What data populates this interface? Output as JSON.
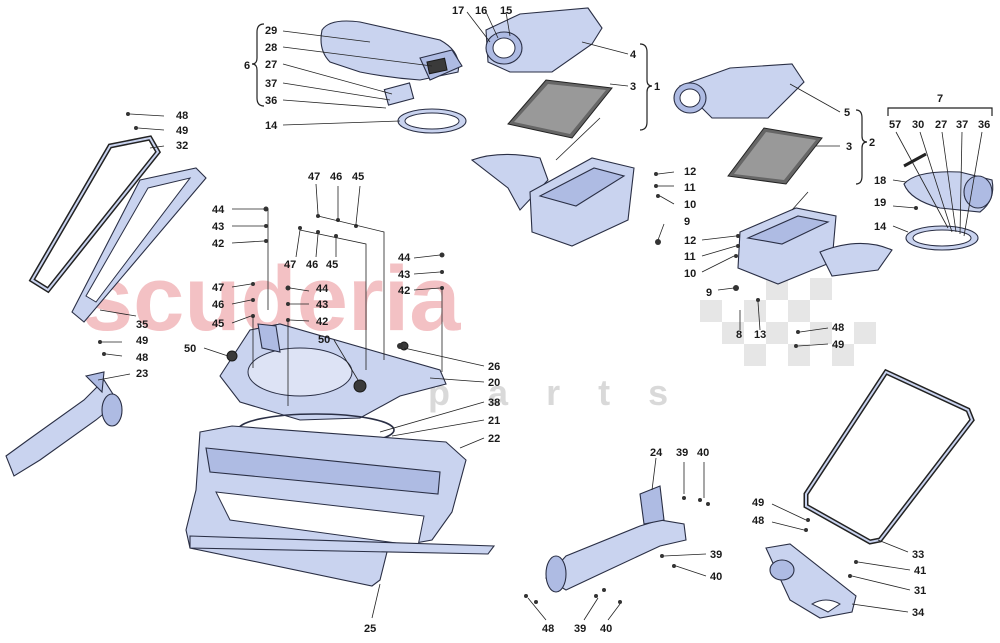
{
  "watermark": {
    "brand": "scuderia",
    "sub": "c a r   p a r t s",
    "brand_color": "#f3c1c4",
    "check_color": "#e6e6e6"
  },
  "colors": {
    "part_fill": "#c9d3ef",
    "part_shade": "#aebbe3",
    "outline": "#2a2f45",
    "label": "#1a1a1a"
  },
  "labels": [
    {
      "id": "l17",
      "text": "17"
    },
    {
      "id": "l16",
      "text": "16"
    },
    {
      "id": "l15",
      "text": "15"
    },
    {
      "id": "l4",
      "text": "4"
    },
    {
      "id": "l3a",
      "text": "3"
    },
    {
      "id": "l1",
      "text": "1"
    },
    {
      "id": "l29",
      "text": "29"
    },
    {
      "id": "l28",
      "text": "28"
    },
    {
      "id": "l27a",
      "text": "27"
    },
    {
      "id": "l37a",
      "text": "37"
    },
    {
      "id": "l36a",
      "text": "36"
    },
    {
      "id": "l6",
      "text": "6"
    },
    {
      "id": "l14a",
      "text": "14"
    },
    {
      "id": "l5",
      "text": "5"
    },
    {
      "id": "l3b",
      "text": "3"
    },
    {
      "id": "l2",
      "text": "2"
    },
    {
      "id": "l7",
      "text": "7"
    },
    {
      "id": "l57",
      "text": "57"
    },
    {
      "id": "l30",
      "text": "30"
    },
    {
      "id": "l27b",
      "text": "27"
    },
    {
      "id": "l37b",
      "text": "37"
    },
    {
      "id": "l36b",
      "text": "36"
    },
    {
      "id": "l18",
      "text": "18"
    },
    {
      "id": "l19",
      "text": "19"
    },
    {
      "id": "l14b",
      "text": "14"
    },
    {
      "id": "l48a",
      "text": "48"
    },
    {
      "id": "l49a",
      "text": "49"
    },
    {
      "id": "l32",
      "text": "32"
    },
    {
      "id": "l12a",
      "text": "12"
    },
    {
      "id": "l11a",
      "text": "11"
    },
    {
      "id": "l10a",
      "text": "10"
    },
    {
      "id": "l9a",
      "text": "9"
    },
    {
      "id": "l47a",
      "text": "47"
    },
    {
      "id": "l46a",
      "text": "46"
    },
    {
      "id": "l45a",
      "text": "45"
    },
    {
      "id": "l44a",
      "text": "44"
    },
    {
      "id": "l43a",
      "text": "43"
    },
    {
      "id": "l42a",
      "text": "42"
    },
    {
      "id": "l47b",
      "text": "47"
    },
    {
      "id": "l46b",
      "text": "46"
    },
    {
      "id": "l45b",
      "text": "45"
    },
    {
      "id": "l44b",
      "text": "44"
    },
    {
      "id": "l43b",
      "text": "43"
    },
    {
      "id": "l42b",
      "text": "42"
    },
    {
      "id": "l44c",
      "text": "44"
    },
    {
      "id": "l43c",
      "text": "43"
    },
    {
      "id": "l42c",
      "text": "42"
    },
    {
      "id": "l47c",
      "text": "47"
    },
    {
      "id": "l46c",
      "text": "46"
    },
    {
      "id": "l45c",
      "text": "45"
    },
    {
      "id": "l12b",
      "text": "12"
    },
    {
      "id": "l11b",
      "text": "11"
    },
    {
      "id": "l10b",
      "text": "10"
    },
    {
      "id": "l9b",
      "text": "9"
    },
    {
      "id": "l8",
      "text": "8"
    },
    {
      "id": "l13",
      "text": "13"
    },
    {
      "id": "l48b",
      "text": "48"
    },
    {
      "id": "l49b",
      "text": "49"
    },
    {
      "id": "l35",
      "text": "35"
    },
    {
      "id": "l49c",
      "text": "49"
    },
    {
      "id": "l48c",
      "text": "48"
    },
    {
      "id": "l50a",
      "text": "50"
    },
    {
      "id": "l50b",
      "text": "50"
    },
    {
      "id": "l26",
      "text": "26"
    },
    {
      "id": "l20",
      "text": "20"
    },
    {
      "id": "l23",
      "text": "23"
    },
    {
      "id": "l38",
      "text": "38"
    },
    {
      "id": "l21",
      "text": "21"
    },
    {
      "id": "l22",
      "text": "22"
    },
    {
      "id": "l25",
      "text": "25"
    },
    {
      "id": "l24",
      "text": "24"
    },
    {
      "id": "l39a",
      "text": "39"
    },
    {
      "id": "l40a",
      "text": "40"
    },
    {
      "id": "l39b",
      "text": "39"
    },
    {
      "id": "l40b",
      "text": "40"
    },
    {
      "id": "l48d",
      "text": "48"
    },
    {
      "id": "l39c",
      "text": "39"
    },
    {
      "id": "l40c",
      "text": "40"
    },
    {
      "id": "l49d",
      "text": "49"
    },
    {
      "id": "l48e",
      "text": "48"
    },
    {
      "id": "l33",
      "text": "33"
    },
    {
      "id": "l41",
      "text": "41"
    },
    {
      "id": "l31",
      "text": "31"
    },
    {
      "id": "l34",
      "text": "34"
    }
  ]
}
